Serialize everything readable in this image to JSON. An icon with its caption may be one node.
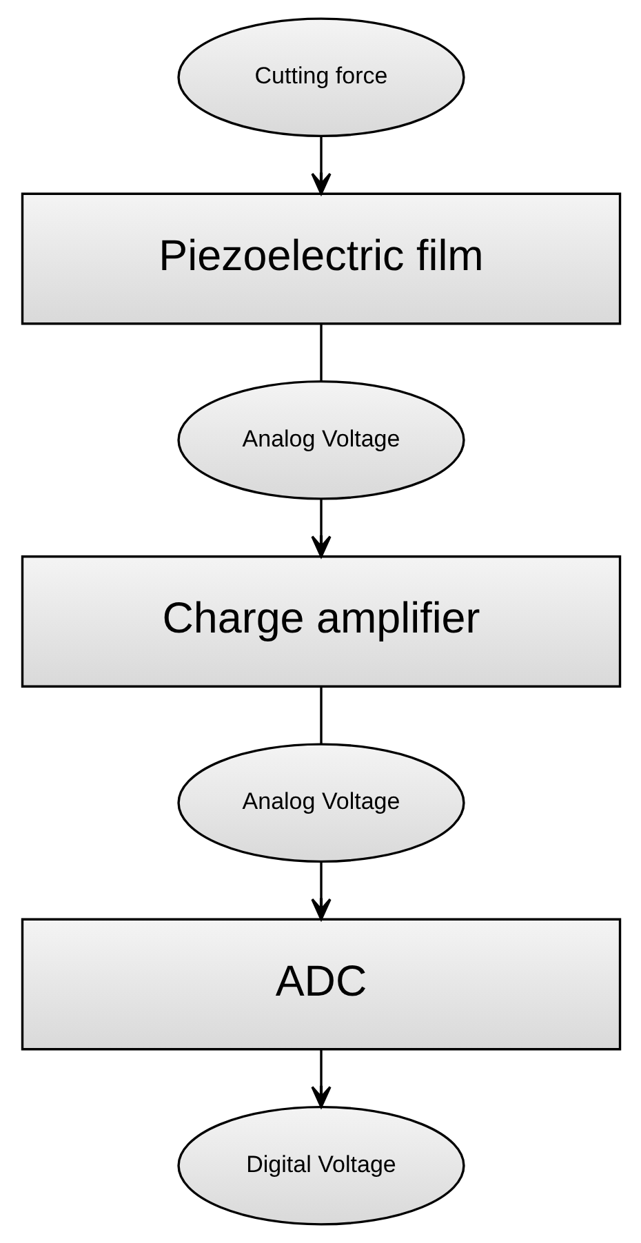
{
  "diagram": {
    "nodes": [
      {
        "text": [
          "Cutting force"
        ]
      },
      {
        "text": [
          "Piezoelectric film"
        ]
      },
      {
        "text": [
          "Analog Voltage"
        ]
      },
      {
        "text": [
          "Charge amplifier"
        ]
      },
      {
        "text": [
          "Analog Voltage"
        ]
      },
      {
        "text": [
          "ADC"
        ]
      },
      {
        "text": [
          "Digital Voltage"
        ]
      }
    ],
    "edges": [
      {
        "from": 0,
        "to": 1,
        "arrow": "to"
      },
      {
        "from": 1,
        "to": 2,
        "arrow": "none"
      },
      {
        "from": 2,
        "to": 3,
        "arrow": "to"
      },
      {
        "from": 3,
        "to": 4,
        "arrow": "none"
      },
      {
        "from": 4,
        "to": 5,
        "arrow": "to"
      },
      {
        "from": 5,
        "to": 6,
        "arrow": "to"
      }
    ]
  }
}
